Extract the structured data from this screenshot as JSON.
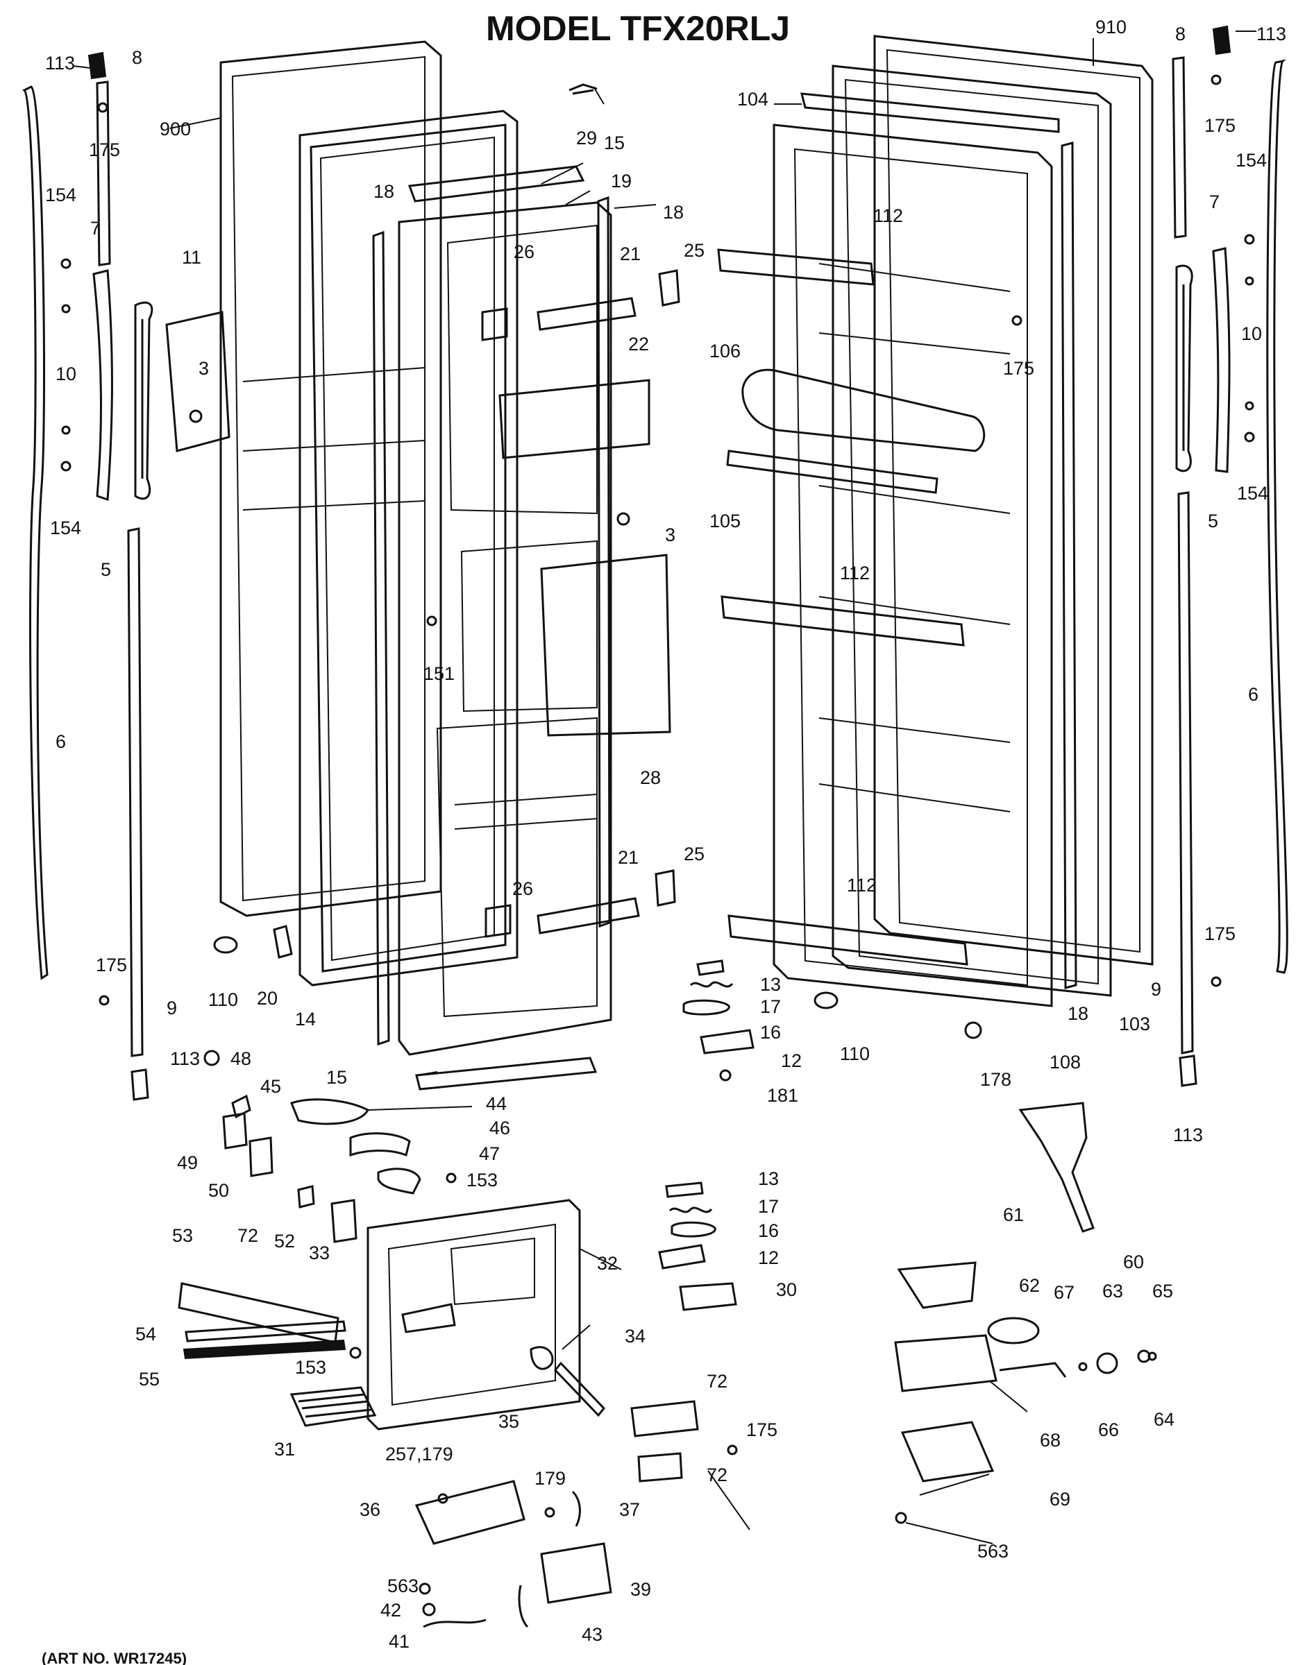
{
  "diagram": {
    "title": "MODEL TFX20RLJ",
    "art_no": "(ART NO. WR17245)",
    "callouts": [
      {
        "id": "c113a",
        "label": "113"
      },
      {
        "id": "c8a",
        "label": "8"
      },
      {
        "id": "c175a",
        "label": "175"
      },
      {
        "id": "c900",
        "label": "900"
      },
      {
        "id": "c154a",
        "label": "154"
      },
      {
        "id": "c7a",
        "label": "7"
      },
      {
        "id": "c11",
        "label": "11"
      },
      {
        "id": "c10a",
        "label": "10"
      },
      {
        "id": "c3a",
        "label": "3"
      },
      {
        "id": "c154b",
        "label": "154"
      },
      {
        "id": "c5a",
        "label": "5"
      },
      {
        "id": "c6a",
        "label": "6"
      },
      {
        "id": "c29",
        "label": "29"
      },
      {
        "id": "c15a",
        "label": "15"
      },
      {
        "id": "c19",
        "label": "19"
      },
      {
        "id": "c18a",
        "label": "18"
      },
      {
        "id": "c18b",
        "label": "18"
      },
      {
        "id": "c26a",
        "label": "26"
      },
      {
        "id": "c21a",
        "label": "21"
      },
      {
        "id": "c25a",
        "label": "25"
      },
      {
        "id": "c22",
        "label": "22"
      },
      {
        "id": "c3b",
        "label": "3"
      },
      {
        "id": "c151",
        "label": "151"
      },
      {
        "id": "c28",
        "label": "28"
      },
      {
        "id": "c26b",
        "label": "26"
      },
      {
        "id": "c21b",
        "label": "21"
      },
      {
        "id": "c25b",
        "label": "25"
      },
      {
        "id": "c175b",
        "label": "175"
      },
      {
        "id": "c9a",
        "label": "9"
      },
      {
        "id": "c110a",
        "label": "110"
      },
      {
        "id": "c20",
        "label": "20"
      },
      {
        "id": "c14",
        "label": "14"
      },
      {
        "id": "c113b",
        "label": "113"
      },
      {
        "id": "c48",
        "label": "48"
      },
      {
        "id": "c15b",
        "label": "15"
      },
      {
        "id": "c910",
        "label": "910"
      },
      {
        "id": "c8b",
        "label": "8"
      },
      {
        "id": "c113c",
        "label": "113"
      },
      {
        "id": "c104",
        "label": "104"
      },
      {
        "id": "c175c",
        "label": "175"
      },
      {
        "id": "c154c",
        "label": "154"
      },
      {
        "id": "c112a",
        "label": "112"
      },
      {
        "id": "c7b",
        "label": "7"
      },
      {
        "id": "c106",
        "label": "106"
      },
      {
        "id": "c175d",
        "label": "175"
      },
      {
        "id": "c10b",
        "label": "10"
      },
      {
        "id": "c105",
        "label": "105"
      },
      {
        "id": "c154d",
        "label": "154"
      },
      {
        "id": "c5b",
        "label": "5"
      },
      {
        "id": "c112b",
        "label": "112"
      },
      {
        "id": "c6b",
        "label": "6"
      },
      {
        "id": "c112c",
        "label": "112"
      },
      {
        "id": "c175e",
        "label": "175"
      },
      {
        "id": "c13a",
        "label": "13"
      },
      {
        "id": "c17a",
        "label": "17"
      },
      {
        "id": "c16a",
        "label": "16"
      },
      {
        "id": "c12a",
        "label": "12"
      },
      {
        "id": "c181",
        "label": "181"
      },
      {
        "id": "c110b",
        "label": "110"
      },
      {
        "id": "c178",
        "label": "178"
      },
      {
        "id": "c108",
        "label": "108"
      },
      {
        "id": "c18c",
        "label": "18"
      },
      {
        "id": "c103",
        "label": "103"
      },
      {
        "id": "c9b",
        "label": "9"
      },
      {
        "id": "c113d",
        "label": "113"
      },
      {
        "id": "c45",
        "label": "45"
      },
      {
        "id": "c44",
        "label": "44"
      },
      {
        "id": "c46",
        "label": "46"
      },
      {
        "id": "c47",
        "label": "47"
      },
      {
        "id": "c153a",
        "label": "153"
      },
      {
        "id": "c49",
        "label": "49"
      },
      {
        "id": "c50",
        "label": "50"
      },
      {
        "id": "c72a",
        "label": "72"
      },
      {
        "id": "c52",
        "label": "52"
      },
      {
        "id": "c53",
        "label": "53"
      },
      {
        "id": "c33",
        "label": "33"
      },
      {
        "id": "c32",
        "label": "32"
      },
      {
        "id": "c54",
        "label": "54"
      },
      {
        "id": "c55",
        "label": "55"
      },
      {
        "id": "c153b",
        "label": "153"
      },
      {
        "id": "c34",
        "label": "34"
      },
      {
        "id": "c31",
        "label": "31"
      },
      {
        "id": "c35",
        "label": "35"
      },
      {
        "id": "c13b",
        "label": "13"
      },
      {
        "id": "c17b",
        "label": "17"
      },
      {
        "id": "c16b",
        "label": "16"
      },
      {
        "id": "c12b",
        "label": "12"
      },
      {
        "id": "c30",
        "label": "30"
      },
      {
        "id": "c72b",
        "label": "72"
      },
      {
        "id": "c175f",
        "label": "175"
      },
      {
        "id": "c72c",
        "label": "72"
      },
      {
        "id": "c60",
        "label": "60"
      },
      {
        "id": "c61",
        "label": "61"
      },
      {
        "id": "c62",
        "label": "62"
      },
      {
        "id": "c67",
        "label": "67"
      },
      {
        "id": "c63",
        "label": "63"
      },
      {
        "id": "c65",
        "label": "65"
      },
      {
        "id": "c68",
        "label": "68"
      },
      {
        "id": "c66",
        "label": "66"
      },
      {
        "id": "c64",
        "label": "64"
      },
      {
        "id": "c69",
        "label": "69"
      },
      {
        "id": "c563a",
        "label": "563"
      },
      {
        "id": "c257",
        "label": "257,179"
      },
      {
        "id": "c179",
        "label": "179"
      },
      {
        "id": "c36",
        "label": "36"
      },
      {
        "id": "c37",
        "label": "37"
      },
      {
        "id": "c39",
        "label": "39"
      },
      {
        "id": "c563b",
        "label": "563"
      },
      {
        "id": "c42",
        "label": "42"
      },
      {
        "id": "c41",
        "label": "41"
      },
      {
        "id": "c43",
        "label": "43"
      }
    ]
  }
}
